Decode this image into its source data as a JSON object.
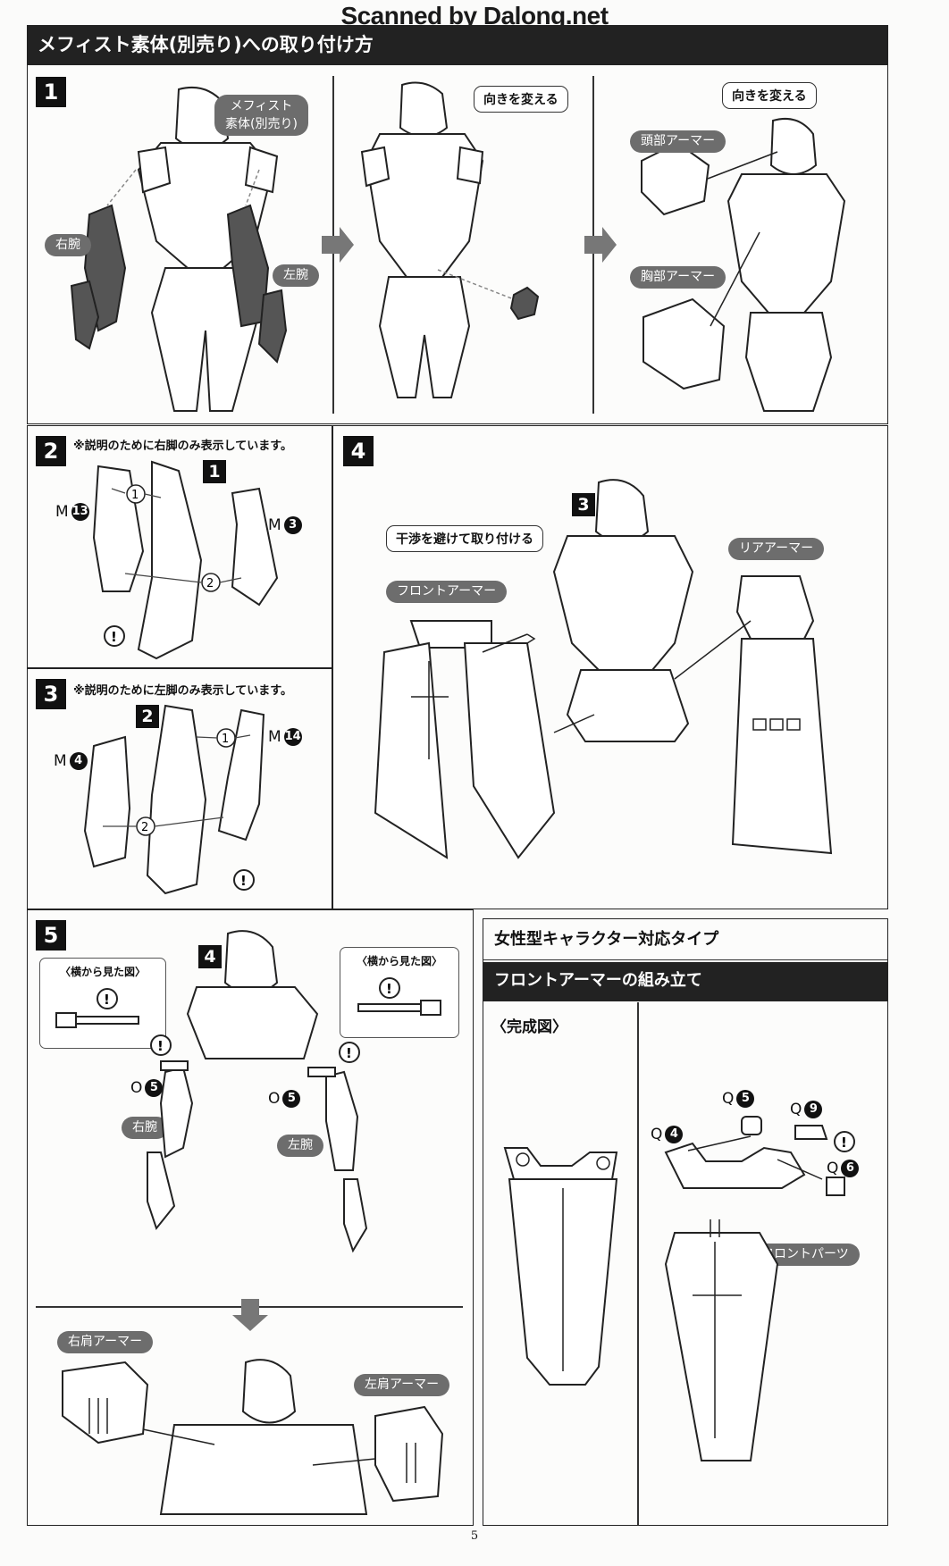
{
  "scan_banner": "Scanned by Dalong.net",
  "section_title": "メフィスト素体(別売り)への取り付け方",
  "steps": {
    "s1": {
      "number": "1",
      "labels": {
        "body": "メフィスト\n素体(別売り)",
        "right_arm": "右腕",
        "left_arm": "左腕",
        "turn1": "向きを変える",
        "turn2": "向きを変える",
        "head_armor": "頭部アーマー",
        "chest_armor": "胸部アーマー"
      }
    },
    "s2": {
      "number": "2",
      "note": "※説明のために右脚のみ表示しています。",
      "ref": "1",
      "parts": [
        {
          "letter": "M",
          "num": "13"
        },
        {
          "letter": "M",
          "num": "3"
        }
      ],
      "arrows": [
        "1",
        "2"
      ]
    },
    "s3": {
      "number": "3",
      "note": "※説明のために左脚のみ表示しています。",
      "ref": "2",
      "parts": [
        {
          "letter": "M",
          "num": "4"
        },
        {
          "letter": "M",
          "num": "14"
        }
      ],
      "arrows": [
        "1",
        "2"
      ]
    },
    "s4": {
      "number": "4",
      "ref": "3",
      "labels": {
        "avoid": "干渉を避けて取り付ける",
        "front_armor": "フロントアーマー",
        "rear_armor": "リアアーマー"
      }
    },
    "s5": {
      "number": "5",
      "ref": "4",
      "side_view": "〈横から見た図〉",
      "parts": [
        {
          "letter": "O",
          "num": "5"
        },
        {
          "letter": "O",
          "num": "5"
        }
      ],
      "labels": {
        "right_arm": "右腕",
        "left_arm": "左腕",
        "right_shoulder": "右肩アーマー",
        "left_shoulder": "左肩アーマー"
      }
    }
  },
  "female_panel": {
    "title": "女性型キャラクター対応タイプ",
    "subtitle": "フロントアーマーの組み立て",
    "completed": "〈完成図〉",
    "parts": [
      {
        "letter": "Q",
        "num": "5"
      },
      {
        "letter": "Q",
        "num": "9"
      },
      {
        "letter": "Q",
        "num": "4"
      },
      {
        "letter": "Q",
        "num": "6"
      }
    ],
    "front_parts": "フロントパーツ"
  },
  "page_number": "5"
}
